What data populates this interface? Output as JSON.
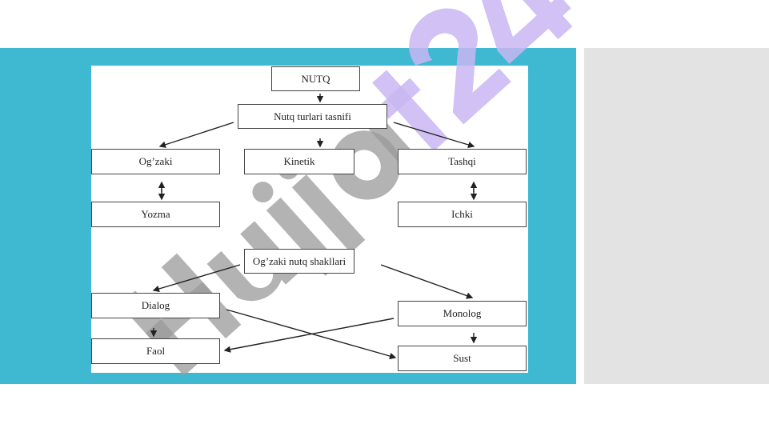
{
  "diagram": {
    "root": "NUTQ",
    "classification": "Nutq turlari tasnifi",
    "types": [
      "Og’zaki",
      "Kinetik",
      "Tashqi"
    ],
    "second_row": [
      "Yozma",
      "Ichki"
    ],
    "forms": "Og’zaki nutq shakllari",
    "form_types": [
      "Dialog",
      "Monolog"
    ],
    "activity": [
      "Faol",
      "Sust"
    ]
  },
  "watermark": {
    "text_main": "Hujja",
    "text_accent": "t24",
    "gray": "#9a9a9a",
    "accent": "#c9b6f2"
  },
  "colors": {
    "band": "#3fb8d2",
    "side": "#e3e3e3"
  }
}
